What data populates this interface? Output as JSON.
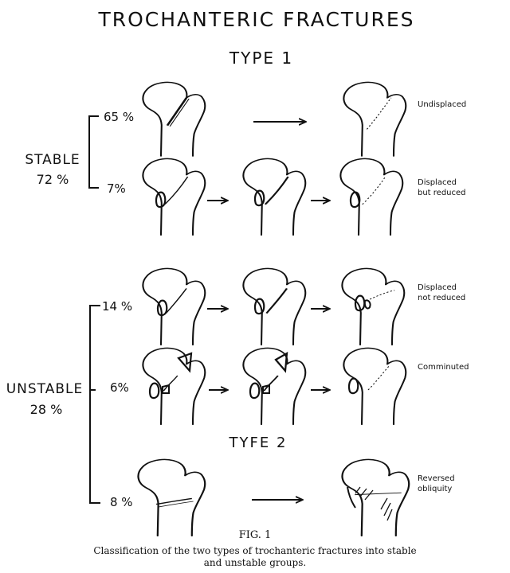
{
  "title": "TROCHANTERIC FRACTURES",
  "type1_label": "TYPE 1",
  "type2_label": "TYFE 2",
  "stable": {
    "label": "STABLE",
    "pct": "72 %"
  },
  "unstable": {
    "label": "UNSTABLE",
    "pct": "28 %"
  },
  "rows": [
    {
      "pct": "65 %",
      "desc": [
        "Undisplaced"
      ]
    },
    {
      "pct": "7%",
      "desc": [
        "Displaced",
        "but reduced"
      ]
    },
    {
      "pct": "14 %",
      "desc": [
        "Displaced",
        "not reduced"
      ]
    },
    {
      "pct": "6%",
      "desc": [
        "Comminuted"
      ]
    },
    {
      "pct": "8 %",
      "desc": [
        "Reversed",
        "obliquity"
      ]
    }
  ],
  "caption": {
    "fig": "FIG. 1",
    "line1": "Classification of the two types of trochanteric fractures into stable",
    "line2": "and unstable groups."
  },
  "colors": {
    "ink": "#111111",
    "background": "#ffffff"
  }
}
